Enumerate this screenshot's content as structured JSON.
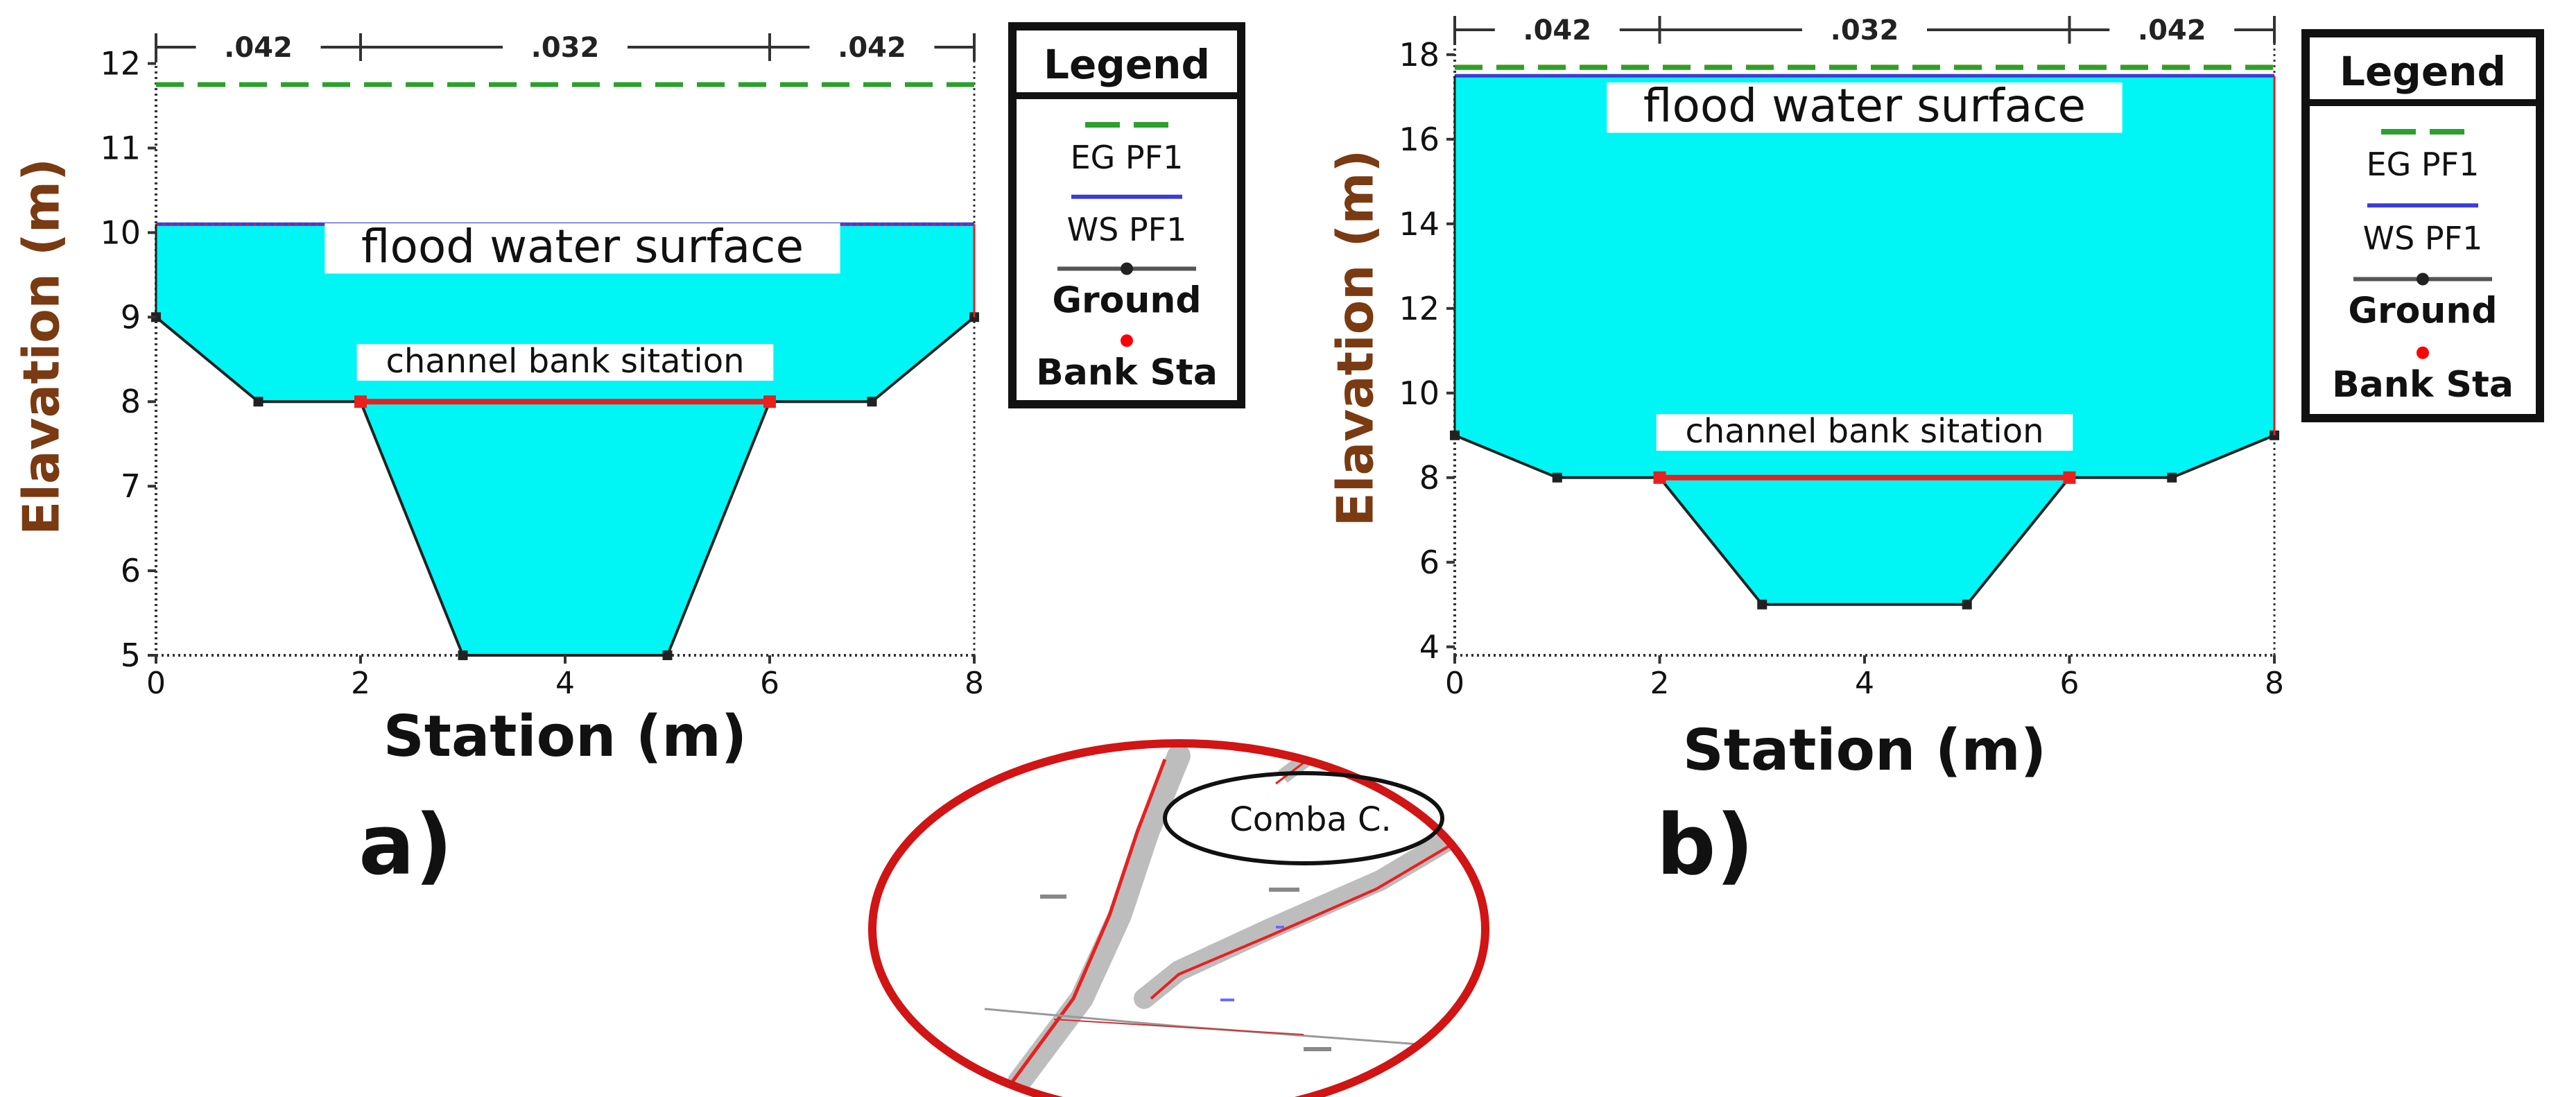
{
  "figure": {
    "inset_label": "Comba C."
  },
  "legend": {
    "title": "Legend",
    "items": [
      {
        "label": "EG PF1",
        "color": "#2ca02c",
        "style": "dashed"
      },
      {
        "label": "WS PF1",
        "color": "#3b3bd9",
        "style": "solid"
      },
      {
        "label": "Ground",
        "color": "#222222",
        "style": "line-dot"
      },
      {
        "label": "Bank Sta",
        "color": "#ff0000",
        "style": "dot"
      }
    ]
  },
  "colors": {
    "water": "#00f5f5",
    "ground": "#222222",
    "bank": "#e82020",
    "eg": "#2ca02c",
    "eg_b": "#d9c85a",
    "ws": "#3b3bd9",
    "inset_ellipse": "#d11414",
    "inset_river": "#e82020"
  },
  "chart_data": [
    {
      "type": "area",
      "panel_label": "a)",
      "xlabel": "Station (m)",
      "ylabel": "Elavation (m)",
      "xlim": [
        0,
        8
      ],
      "ylim": [
        5,
        12.3
      ],
      "xticks": [
        0,
        2,
        4,
        6,
        8
      ],
      "yticks": [
        5,
        6,
        7,
        8,
        9,
        10,
        11,
        12
      ],
      "grid": false,
      "ground": {
        "x": [
          0,
          1,
          2,
          3,
          5,
          6,
          7,
          8
        ],
        "y": [
          9,
          8,
          8,
          5,
          5,
          8,
          8,
          9
        ]
      },
      "bank_stations": [
        {
          "x": 2,
          "y": 8
        },
        {
          "x": 6,
          "y": 8
        }
      ],
      "ws_pf1": 10.1,
      "eg_pf1": 11.75,
      "manning_n": [
        {
          "value": ".042",
          "from": 0,
          "to": 2
        },
        {
          "value": ".032",
          "from": 2,
          "to": 6
        },
        {
          "value": ".042",
          "from": 6,
          "to": 8
        }
      ],
      "annotations": [
        {
          "text": "flood water surface",
          "x": 4,
          "y": 9.5
        },
        {
          "text": "channel bank sitation",
          "x": 4,
          "y": 8.3
        }
      ]
    },
    {
      "type": "area",
      "panel_label": "b)",
      "xlabel": "Station (m)",
      "ylabel": "Elavation (m)",
      "xlim": [
        0,
        8
      ],
      "ylim": [
        3.8,
        18.8
      ],
      "xticks": [
        0,
        2,
        4,
        6,
        8
      ],
      "yticks": [
        4,
        6,
        8,
        10,
        12,
        14,
        16,
        18
      ],
      "grid": false,
      "ground": {
        "x": [
          0,
          1,
          2,
          3,
          5,
          6,
          7,
          8
        ],
        "y": [
          9,
          8,
          8,
          5,
          5,
          8,
          8,
          9
        ]
      },
      "bank_stations": [
        {
          "x": 2,
          "y": 8
        },
        {
          "x": 6,
          "y": 8
        }
      ],
      "ws_pf1": 17.5,
      "eg_pf1": 17.7,
      "manning_n": [
        {
          "value": ".042",
          "from": 0,
          "to": 2
        },
        {
          "value": ".032",
          "from": 2,
          "to": 6
        },
        {
          "value": ".042",
          "from": 6,
          "to": 8
        }
      ],
      "annotations": [
        {
          "text": "flood water surface",
          "x": 4,
          "y": 16.6
        },
        {
          "text": "channel bank sitation",
          "x": 4,
          "y": 8.8
        }
      ]
    }
  ]
}
